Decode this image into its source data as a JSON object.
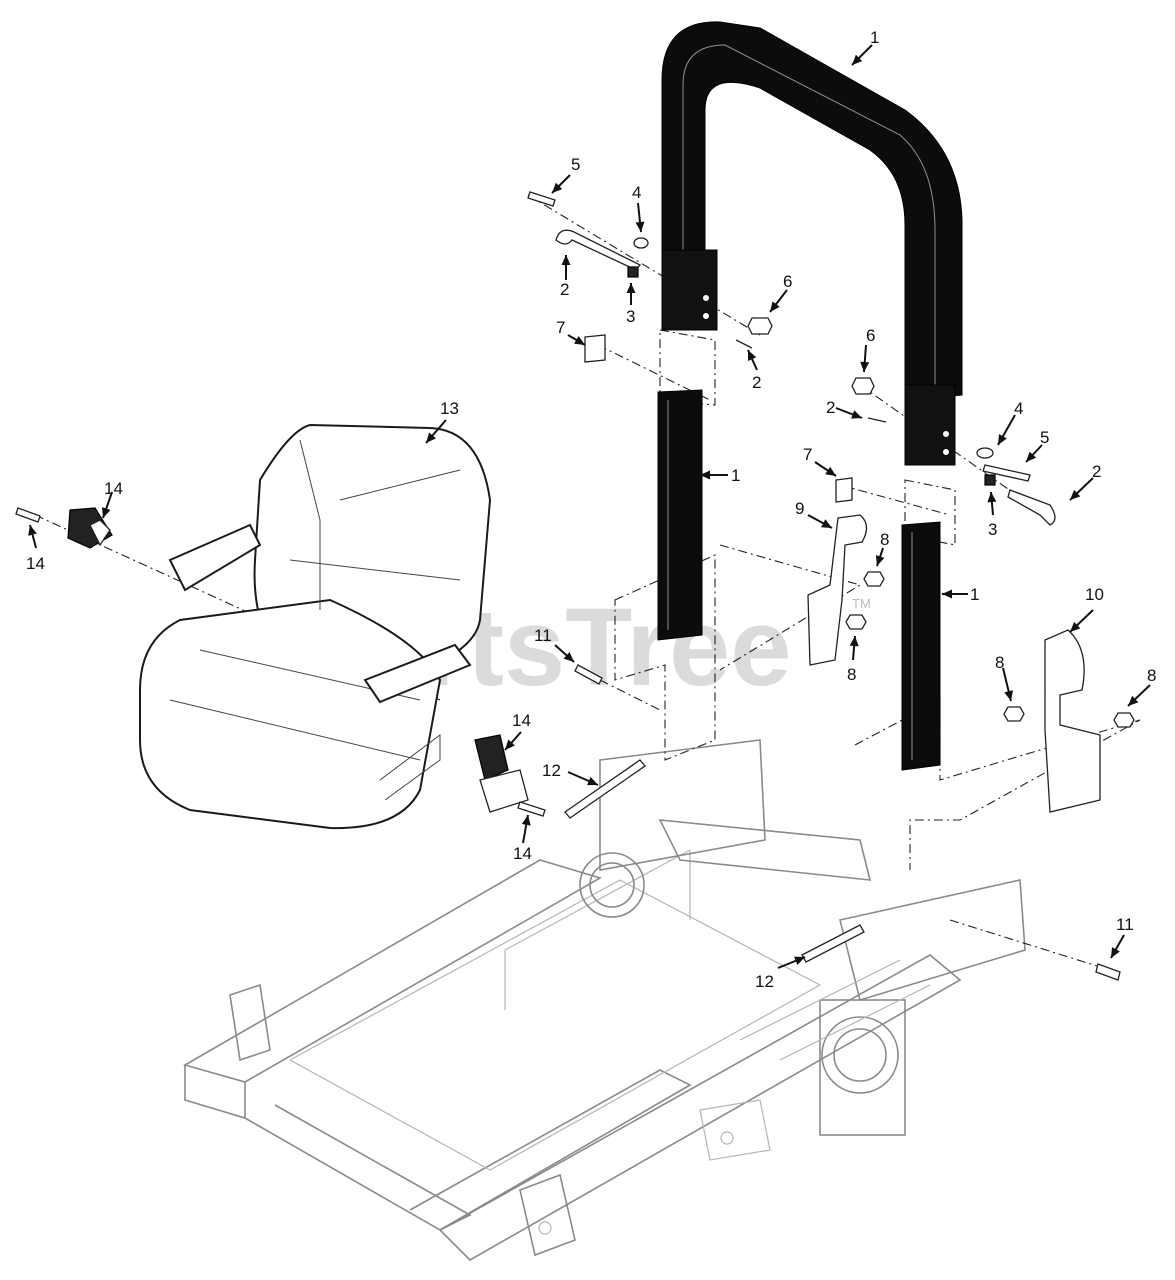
{
  "watermark": {
    "text": "PartsTree",
    "mark": "TM"
  },
  "callouts": [
    {
      "id": "c1a",
      "label": "1"
    },
    {
      "id": "c1b",
      "label": "1"
    },
    {
      "id": "c1c",
      "label": "1"
    },
    {
      "id": "c2a",
      "label": "2"
    },
    {
      "id": "c2b",
      "label": "2"
    },
    {
      "id": "c2c",
      "label": "2"
    },
    {
      "id": "c2d",
      "label": "2"
    },
    {
      "id": "c3a",
      "label": "3"
    },
    {
      "id": "c3b",
      "label": "3"
    },
    {
      "id": "c4a",
      "label": "4"
    },
    {
      "id": "c4b",
      "label": "4"
    },
    {
      "id": "c5a",
      "label": "5"
    },
    {
      "id": "c5b",
      "label": "5"
    },
    {
      "id": "c6a",
      "label": "6"
    },
    {
      "id": "c6b",
      "label": "6"
    },
    {
      "id": "c7a",
      "label": "7"
    },
    {
      "id": "c7b",
      "label": "7"
    },
    {
      "id": "c8a",
      "label": "8"
    },
    {
      "id": "c8b",
      "label": "8"
    },
    {
      "id": "c8c",
      "label": "8"
    },
    {
      "id": "c8d",
      "label": "8"
    },
    {
      "id": "c9",
      "label": "9"
    },
    {
      "id": "c10",
      "label": "10"
    },
    {
      "id": "c11a",
      "label": "11"
    },
    {
      "id": "c11b",
      "label": "11"
    },
    {
      "id": "c12a",
      "label": "12"
    },
    {
      "id": "c12b",
      "label": "12"
    },
    {
      "id": "c13",
      "label": "13"
    },
    {
      "id": "c14a",
      "label": "14"
    },
    {
      "id": "c14b",
      "label": "14"
    },
    {
      "id": "c14c",
      "label": "14"
    },
    {
      "id": "c14d",
      "label": "14"
    }
  ]
}
